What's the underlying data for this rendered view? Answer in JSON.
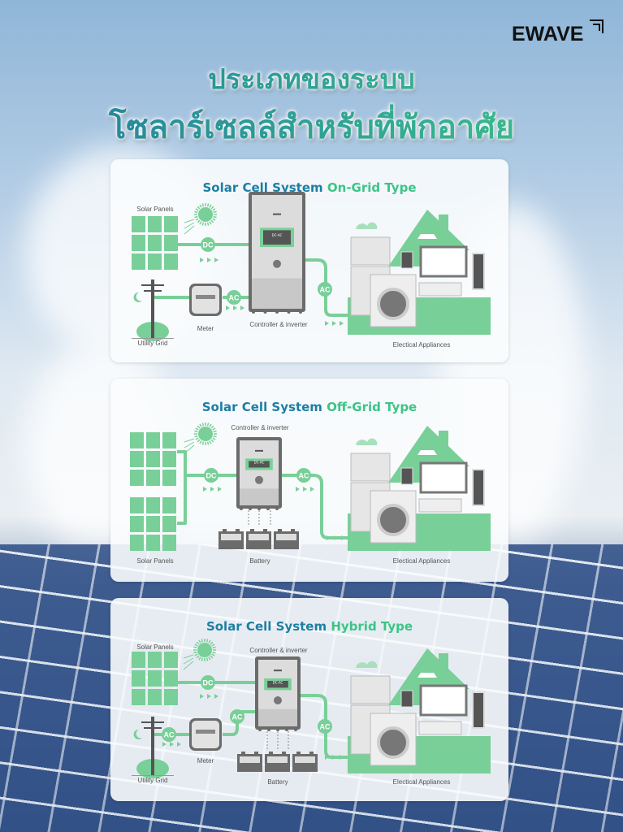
{
  "brand": {
    "logo": "EWAVE"
  },
  "header": {
    "title_line1": "ประเภทของระบบ",
    "title_line2": "โซลาร์เซลล์สำหรับที่พักอาศัย"
  },
  "colors": {
    "green": "#79cf98",
    "title_blue": "#1d7ea3",
    "title_green": "#3cc487",
    "device_gray": "#6b6b6b"
  },
  "panels": [
    {
      "title_a": "Solar Cell System",
      "title_b": "On-Grid Type",
      "labels": {
        "solar_panels": "Solar Panels",
        "meter": "Meter",
        "utility_grid": "Utility Grid",
        "controller": "Controller & inverter",
        "appliances": "Electical Appliances"
      },
      "dc": "DC",
      "ac1": "AC",
      "ac2": "AC",
      "screen": "DC-AC"
    },
    {
      "title_a": "Solar Cell System",
      "title_b": "Off-Grid Type",
      "labels": {
        "controller": "Controller & inverter",
        "solar_panels": "Solar Panels",
        "battery": "Battery",
        "appliances": "Electical Appliances"
      },
      "dc": "DC",
      "ac2": "AC",
      "screen": "DC-AC"
    },
    {
      "title_a": "Solar Cell System",
      "title_b": "Hybrid Type",
      "labels": {
        "solar_panels": "Solar Panels",
        "controller": "Controller & inverter",
        "meter": "Meter",
        "utility_grid": "Utility Grid",
        "battery": "Battery",
        "appliances": "Electical Appliances"
      },
      "dc": "DC",
      "ac0": "AC",
      "ac1": "AC",
      "ac2": "AC",
      "screen": "DC-AC"
    }
  ]
}
